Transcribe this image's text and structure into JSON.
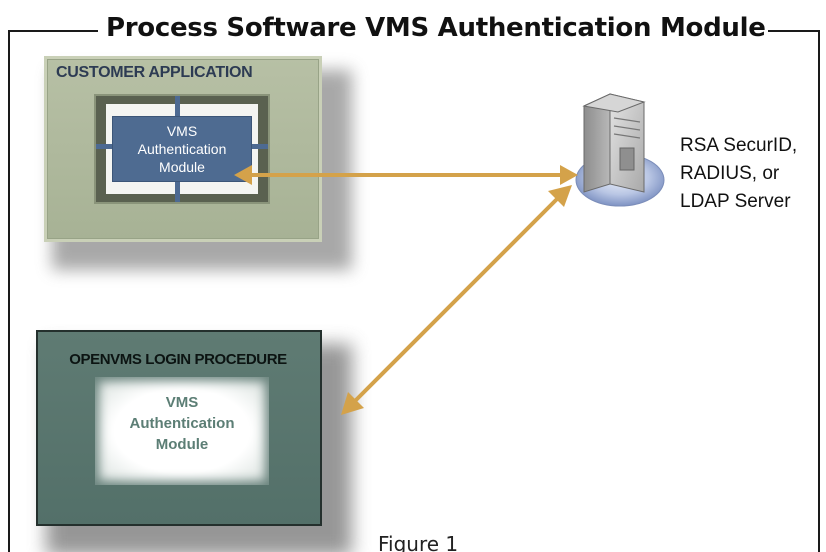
{
  "title": "Process Software VMS Authentication Module",
  "customer_application": {
    "label": "CUSTOMER APPLICATION",
    "module_lines": [
      "VMS",
      "Authentication",
      "Module"
    ]
  },
  "openvms_login": {
    "label": "OPENVMS LOGIN PROCEDURE",
    "module_lines": [
      "VMS",
      "Authentication",
      "Module"
    ]
  },
  "server": {
    "icon": "server-tower-icon",
    "label_lines": [
      "RSA SecurID,",
      "RADIUS, or",
      "LDAP Server"
    ]
  },
  "figure_caption": "Figure 1",
  "colors": {
    "arrow": "#d4a24a",
    "customer_box": "#aab597",
    "vms_blue": "#4e6b91",
    "openvms_box": "#587469"
  }
}
